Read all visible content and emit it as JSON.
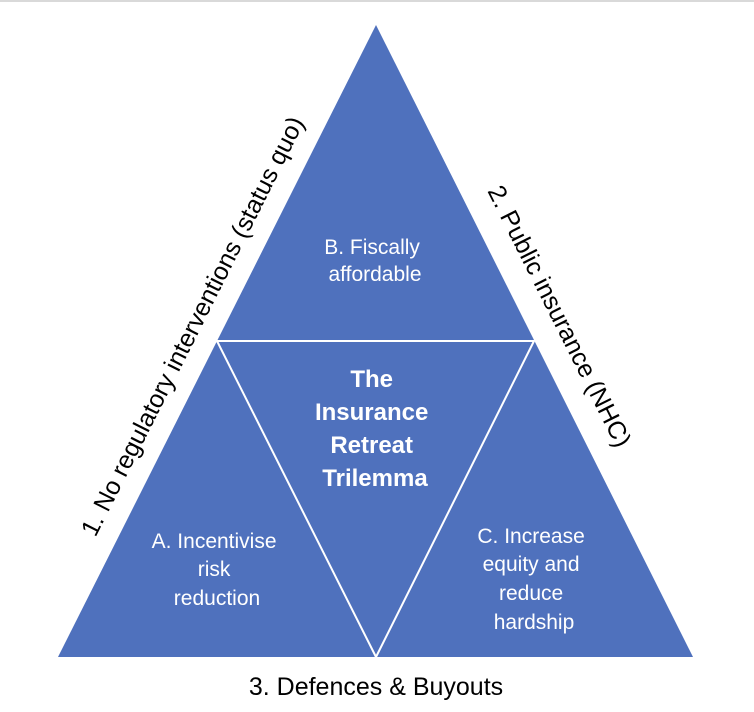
{
  "colors": {
    "fill": "#4f71bd",
    "divider": "#ffffff",
    "edge_text": "#000000"
  },
  "diagram": {
    "center_label": [
      "The",
      "Insurance",
      "Retreat",
      "Trilemma"
    ],
    "top_label": [
      "B. Fiscally",
      "affordable"
    ],
    "left_label": [
      "A. Incentivise",
      "risk",
      "reduction"
    ],
    "right_label": [
      "C. Increase",
      "equity and",
      "reduce",
      "hardship"
    ],
    "left_edge": "1. No regulatory interventions (status quo)",
    "right_edge": "2. Public insurance (NHC)",
    "bottom_edge": "3. Defences & Buyouts"
  }
}
